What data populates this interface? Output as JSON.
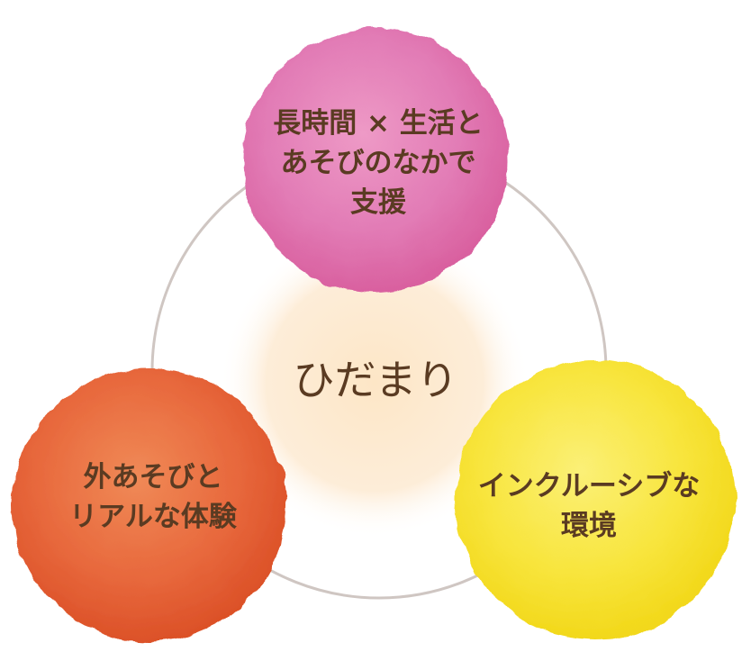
{
  "center": {
    "lines": [
      "ひだまり"
    ]
  },
  "nodes": [
    {
      "key": "top",
      "lines": [
        "長時間 × 生活と",
        "あそびのなかで",
        "支援"
      ],
      "color": "#e07ab4"
    },
    {
      "key": "left",
      "lines": [
        "外あそびと",
        "リアルな体験"
      ],
      "color": "#e8623a"
    },
    {
      "key": "right",
      "lines": [
        "インクルーシブな",
        "環境"
      ],
      "color": "#f6e53a"
    }
  ],
  "colors": {
    "ring": "#cfc6c2",
    "center_glow": "#fde2c0",
    "text": "#5a3b22"
  }
}
